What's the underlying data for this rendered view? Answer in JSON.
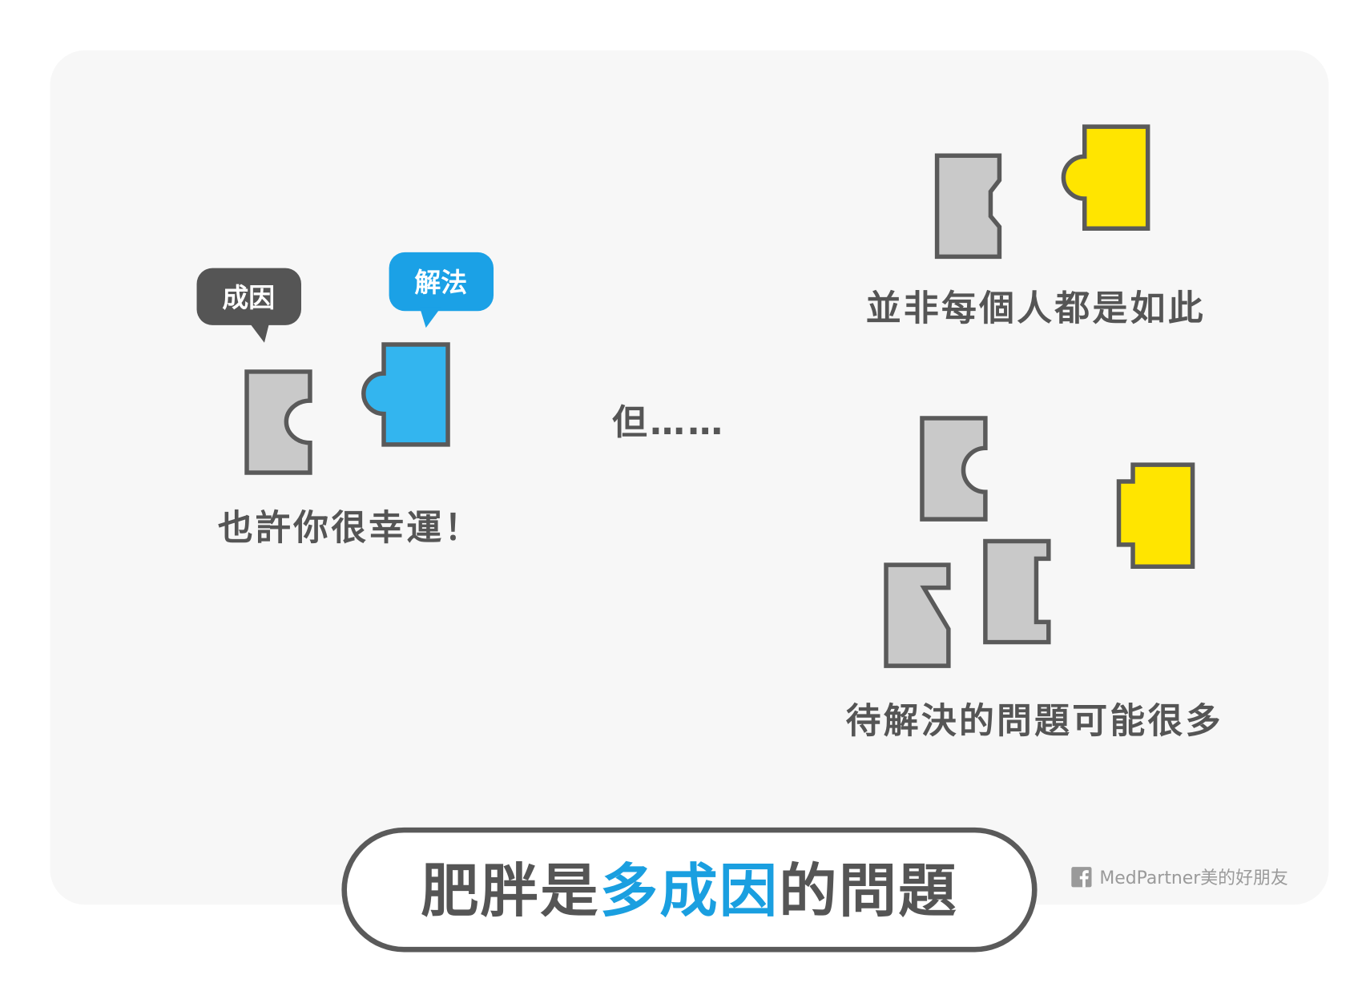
{
  "colors": {
    "panel_bg": "#f7f7f7",
    "outline": "#5a5a5a",
    "text_dark": "#555555",
    "piece_gray": "#c9c9c9",
    "piece_blue": "#33b5ef",
    "piece_yellow": "#ffe500",
    "bubble_dark": "#555555",
    "bubble_blue": "#1ba1e6",
    "accent_blue": "#1a9fe0",
    "watermark_gray": "#9a9a9a"
  },
  "left_scene": {
    "cause_bubble": "成因",
    "solution_bubble": "解法",
    "caption": "也許你很幸運！"
  },
  "middle": {
    "connector": "但……"
  },
  "right_top": {
    "caption": "並非每個人都是如此"
  },
  "right_bottom": {
    "caption": "待解決的問題可能很多"
  },
  "title": {
    "part1": "肥胖是",
    "part2_highlight": "多成因",
    "part3": "的問題"
  },
  "watermark": {
    "icon": "facebook-icon",
    "text": "MedPartner美的好朋友"
  }
}
